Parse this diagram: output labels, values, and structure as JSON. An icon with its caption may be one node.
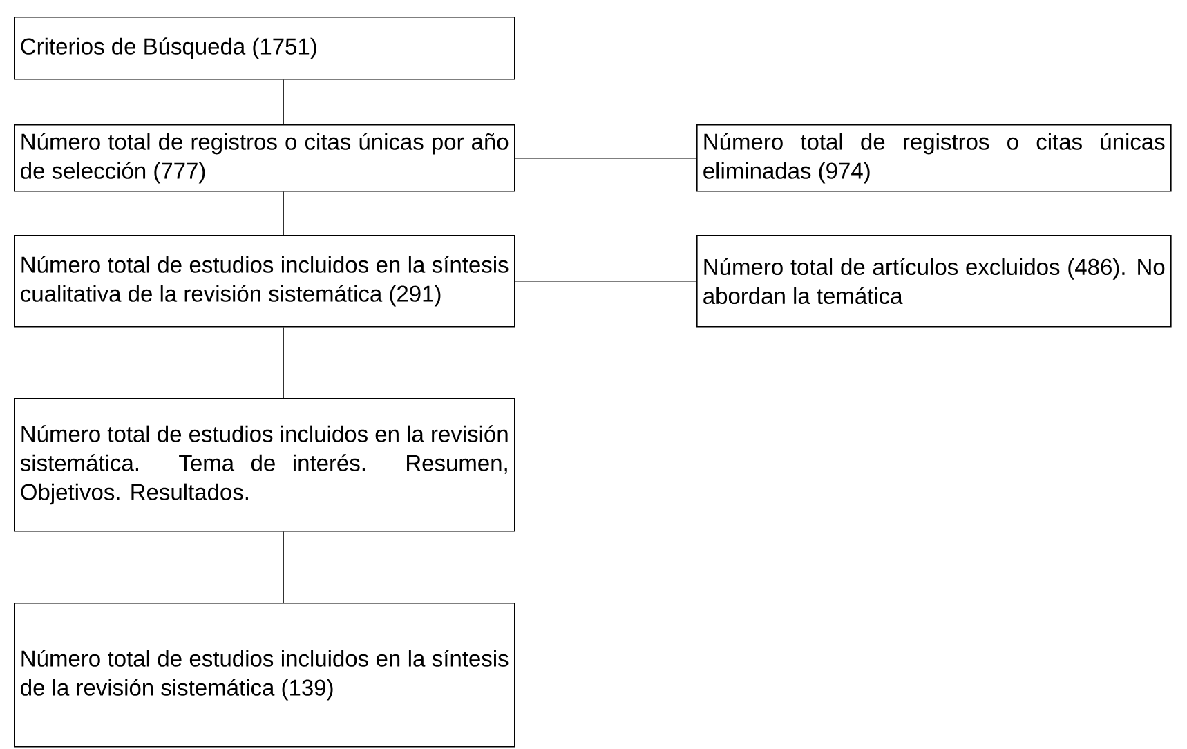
{
  "diagram": {
    "nodes": [
      {
        "text": [
          "Criterios de Búsqueda (1751)"
        ]
      },
      {
        "text": [
          "Número total de registros o citas únicas por año de selección (777)"
        ]
      },
      {
        "text": [
          "Número total de registros o citas únicas eliminadas (974)"
        ]
      },
      {
        "text": [
          "Número total de estudios incluidos en la síntesis cualitativa de la revisión sistemática (291)"
        ]
      },
      {
        "text": [
          "Número total de artículos excluidos (486). No abordan la temática"
        ]
      },
      {
        "text": [
          "Número total de estudios incluidos en la revisión sistemática. Tema de interés. Resumen, Objetivos. Resultados."
        ]
      },
      {
        "text": [
          "Número total de estudios incluidos en la síntesis de la revisión sistemática (139)"
        ]
      }
    ],
    "edges": [
      {
        "from": 0,
        "to": 1,
        "arrow": "none"
      },
      {
        "from": 1,
        "to": 2,
        "arrow": "none"
      },
      {
        "from": 1,
        "to": 3,
        "arrow": "none"
      },
      {
        "from": 3,
        "to": 4,
        "arrow": "none"
      },
      {
        "from": 3,
        "to": 5,
        "arrow": "none"
      },
      {
        "from": 5,
        "to": 6,
        "arrow": "none"
      }
    ]
  }
}
